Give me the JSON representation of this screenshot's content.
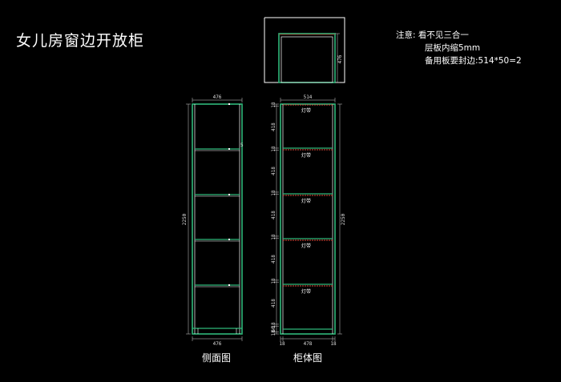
{
  "title": "女儿房窗边开放柜",
  "notes": {
    "line1": "注意: 看不见三合一",
    "line2": "层板内缩5mm",
    "line3": "备用板要封边:514*50=2"
  },
  "top_view": {
    "depth_label": "476"
  },
  "side_view": {
    "caption": "侧面图",
    "width_top": "476",
    "width_bottom": "476",
    "height": "2250",
    "shelf_inset": "5"
  },
  "front_view": {
    "caption": "柜体图",
    "width_top": "514",
    "height": "2250",
    "bottom_widths": [
      "18",
      "478",
      "18"
    ],
    "section_heights": [
      "18",
      "418",
      "18",
      "418",
      "18",
      "418",
      "18",
      "418",
      "18",
      "418",
      "18",
      "60",
      "18"
    ],
    "lamp_label": "灯带"
  },
  "colors": {
    "cabinet_outline": "#2fb87a",
    "panel_edge": "#ffffff",
    "led_strip": "#b23a2e",
    "dimension": "#cfcfcf"
  }
}
